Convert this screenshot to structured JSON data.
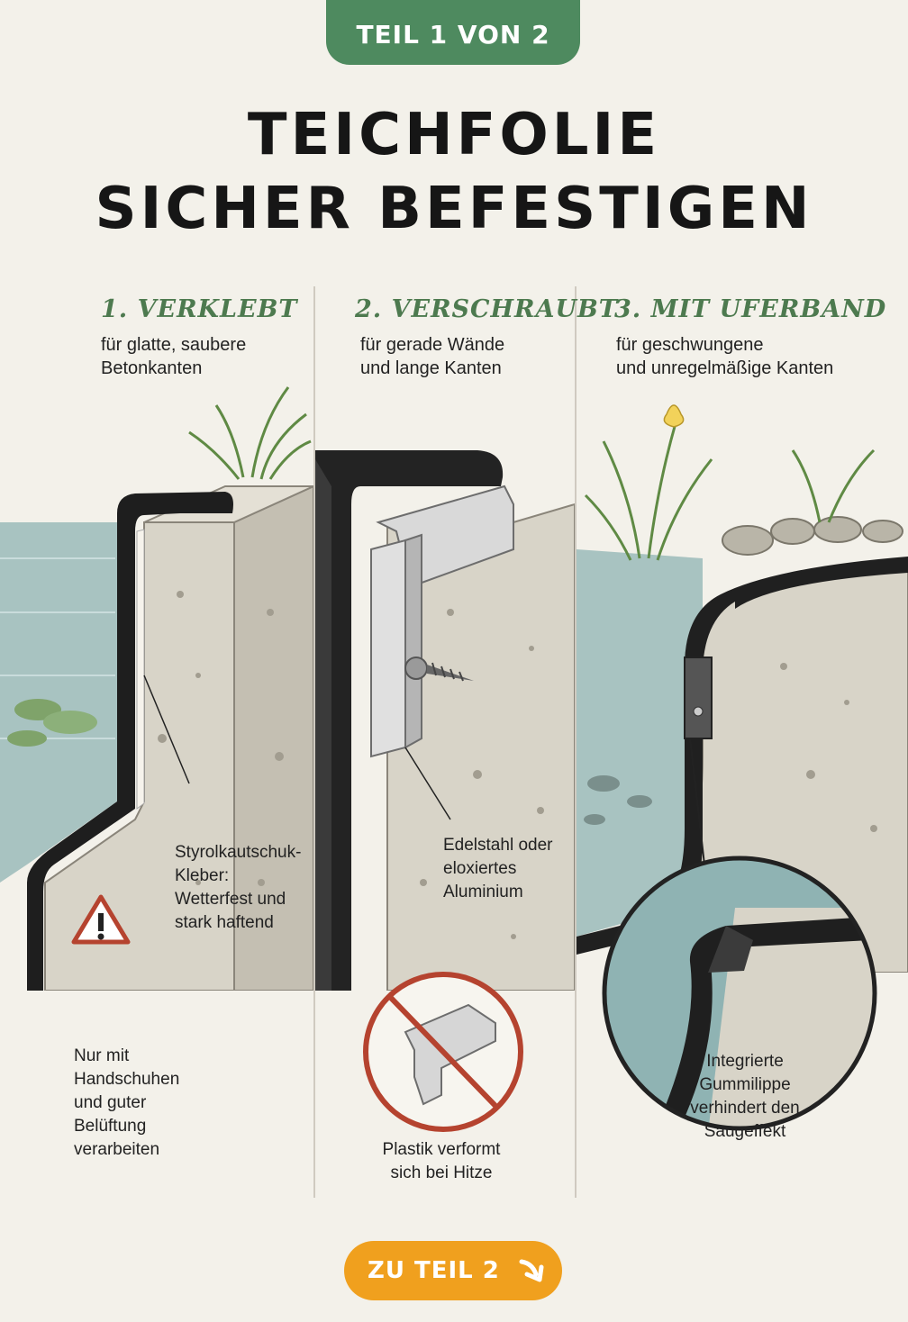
{
  "badge": "TEIL 1 VON 2",
  "title": {
    "line1": "TEICHFOLIE",
    "line2": "SICHER BEFESTIGEN"
  },
  "columns": [
    {
      "heading": "1. VERKLEBT",
      "subtitle": [
        "für glatte, saubere",
        "Betonkanten"
      ],
      "callout": [
        "Styrolkautschuk-",
        "Kleber:",
        "Wetterfest und",
        "stark haftend"
      ],
      "warning": [
        "Nur mit",
        "Handschuhen",
        "und guter",
        "Belüftung",
        "verarbeiten"
      ]
    },
    {
      "heading": "2. VERSCHRAUBT",
      "subtitle": [
        "für gerade Wände",
        "und lange Kanten"
      ],
      "callout": [
        "Edelstahl oder",
        "eloxiertes",
        "Aluminium"
      ],
      "warning": [
        "Plastik verformt",
        "sich bei Hitze"
      ]
    },
    {
      "heading": "3. MIT UFERBAND",
      "subtitle": [
        "für geschwungene",
        "und unregelmäßige Kanten"
      ],
      "callout": [
        "Integrierte",
        "Gummilippe",
        "verhindert den",
        "Saugeffekt"
      ]
    }
  ],
  "cta": {
    "label": "ZU TEIL 2",
    "icon": "arrow-down-right-icon"
  },
  "colors": {
    "badge": "#4e8a5f",
    "heading": "#4d7a4f",
    "cta": "#f0a01e",
    "warning": "#b5432f"
  }
}
